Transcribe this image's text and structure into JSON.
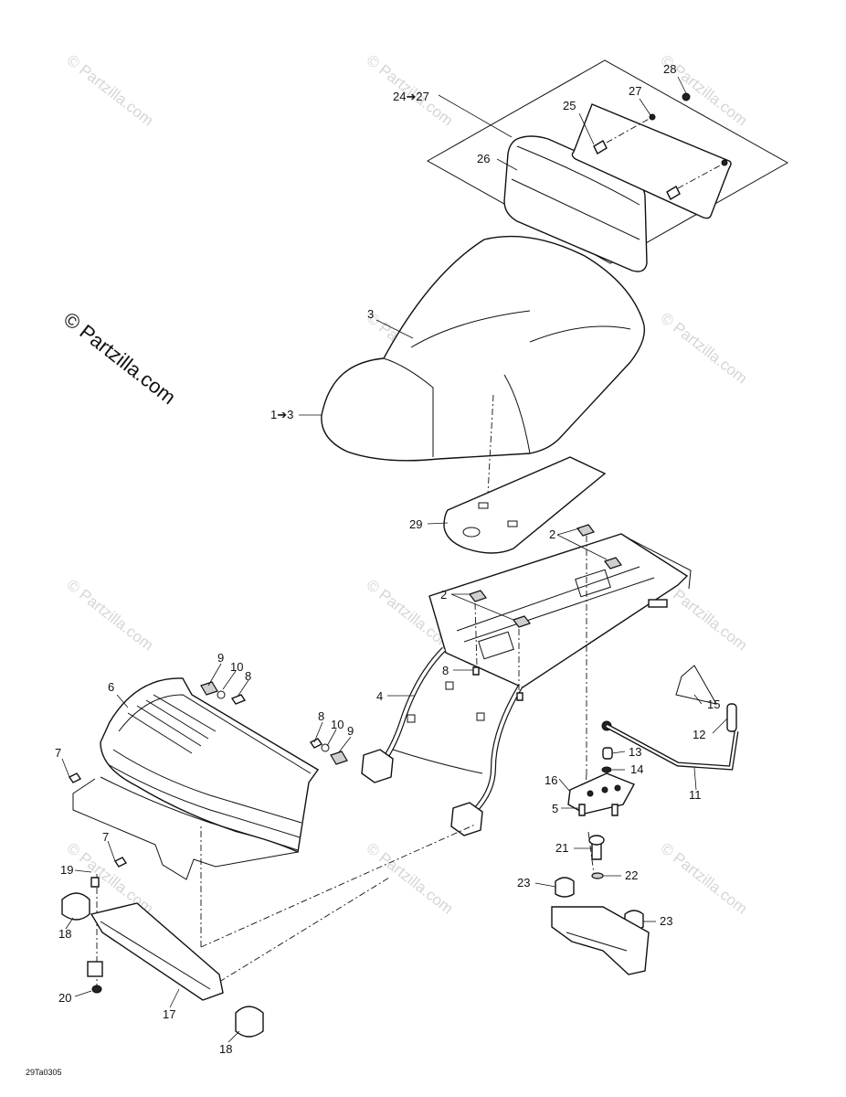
{
  "watermark": {
    "text": "© Partzilla.com",
    "main_text": "© Partzilla.com"
  },
  "diagram_code": "29Ta0305",
  "callouts": {
    "c28": "28",
    "c27": "27",
    "c24_27": "24➔27",
    "c25": "25",
    "c26": "26",
    "c3": "3",
    "c1_3": "1➔3",
    "c29": "29",
    "c2a": "2",
    "c2b": "2",
    "c9a": "9",
    "c10a": "10",
    "c8a": "8",
    "c6": "6",
    "c4": "4",
    "c8b": "8",
    "c8c": "8",
    "c10b": "10",
    "c9b": "9",
    "c15": "15",
    "c12": "12",
    "c13": "13",
    "c14": "14",
    "c16": "16",
    "c11": "11",
    "c7a": "7",
    "c7b": "7",
    "c5": "5",
    "c21": "21",
    "c23a": "23",
    "c22": "22",
    "c23b": "23",
    "c19": "19",
    "c18a": "18",
    "c20": "20",
    "c17": "17",
    "c18b": "18"
  }
}
